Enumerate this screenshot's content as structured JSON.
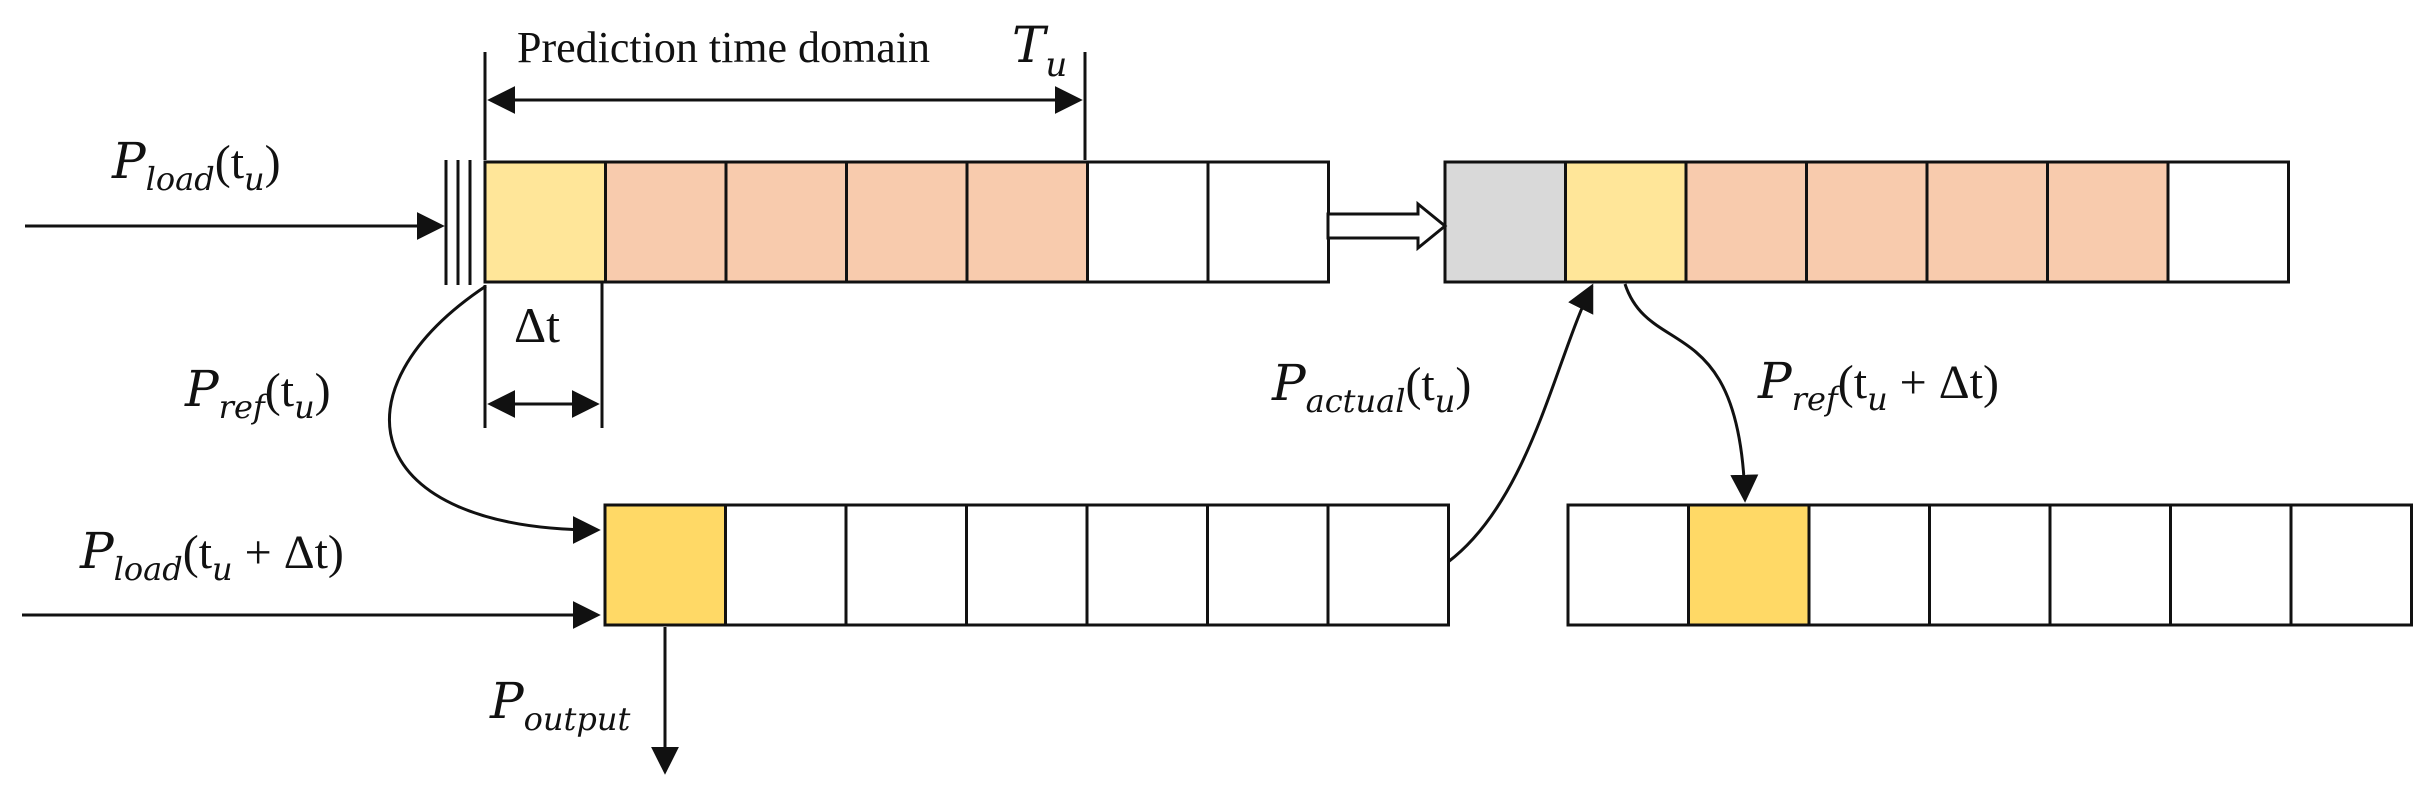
{
  "title": "Prediction time domain",
  "labels": {
    "horizon_symbol": "T",
    "horizon_sub": "u",
    "dt_symbol": "Δt",
    "p_load_tu": {
      "main": "P",
      "sub": "load",
      "arg": "(t",
      "argsub": "u",
      "argend": ")"
    },
    "p_ref_tu": {
      "main": "P",
      "sub": "ref",
      "arg": "(t",
      "argsub": "u",
      "argend": ")"
    },
    "p_load_tu_dt": {
      "main": "P",
      "sub": "load",
      "arg": "(t",
      "argsub": "u",
      "argend": " + Δt)"
    },
    "p_actual_tu": {
      "main": "P",
      "sub": "actual",
      "arg": "(t",
      "argsub": "u",
      "argend": ")"
    },
    "p_ref_tu_dt": {
      "main": "P",
      "sub": "ref",
      "arg": "(t",
      "argsub": "u",
      "argend": " + Δt)"
    },
    "p_output": {
      "main": "P",
      "sub": "output"
    }
  },
  "colors": {
    "current_step": "#FFE699",
    "horizon_step": "#F8CBAD",
    "past_step": "#D9D9D9",
    "output_step": "#FFD966",
    "empty_step": "#FFFFFF",
    "stroke": "#111111"
  },
  "sequences": {
    "top_left": [
      "current_step",
      "horizon_step",
      "horizon_step",
      "horizon_step",
      "horizon_step",
      "empty_step",
      "empty_step"
    ],
    "top_right": [
      "past_step",
      "current_step",
      "horizon_step",
      "horizon_step",
      "horizon_step",
      "horizon_step",
      "empty_step"
    ],
    "bottom_left": [
      "output_step",
      "empty_step",
      "empty_step",
      "empty_step",
      "empty_step",
      "empty_step",
      "empty_step"
    ],
    "bottom_right": [
      "empty_step",
      "output_step",
      "empty_step",
      "empty_step",
      "empty_step",
      "empty_step",
      "empty_step"
    ]
  }
}
